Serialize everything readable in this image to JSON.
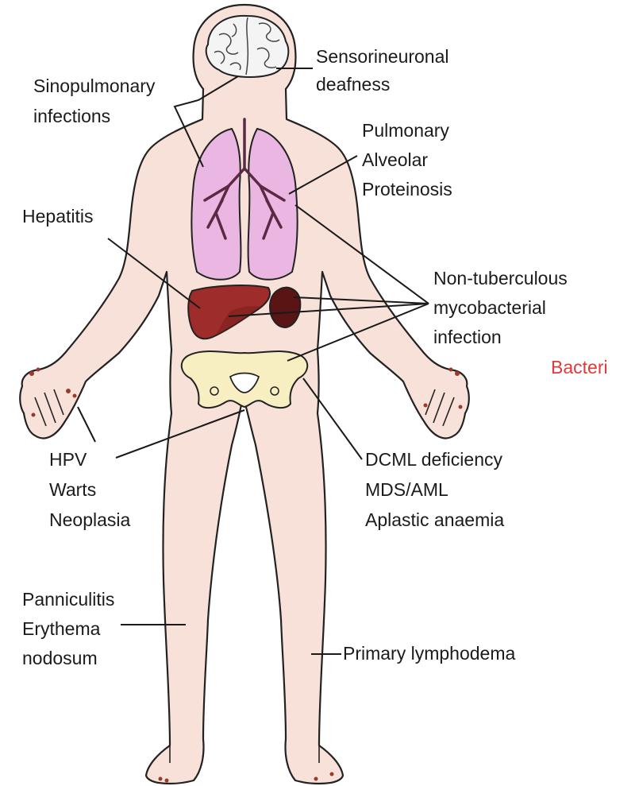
{
  "labels": {
    "sensorineuronal": [
      "Sensorineuronal",
      "deafness"
    ],
    "sinopulmonary": [
      "Sinopulmonary",
      "infections"
    ],
    "pap": [
      "Pulmonary",
      "Alveolar",
      "Proteinosis"
    ],
    "hepatitis": [
      "Hepatitis"
    ],
    "ntm": [
      "Non-tuberculous",
      "mycobacterial",
      "infection"
    ],
    "bacteria": [
      "Bacteri"
    ],
    "hpv": [
      "HPV",
      "Warts",
      "Neoplasia"
    ],
    "dcml": [
      "DCML deficiency",
      "MDS/AML",
      "Aplastic anaemia"
    ],
    "panniculitis": [
      "Panniculitis",
      "Erythema",
      "nodosum"
    ],
    "lymphoedema": [
      "Primary lymphodema"
    ]
  },
  "colors": {
    "skin": "#f8e1d8",
    "outline": "#222222",
    "brain": "#f4f4f4",
    "lung": "#e9b7e1",
    "airway": "#5a2a45",
    "liver": "#9e2c2b",
    "spleen": "#5a1414",
    "pelvis": "#f7efc2",
    "red_text": "#e03a3a"
  }
}
